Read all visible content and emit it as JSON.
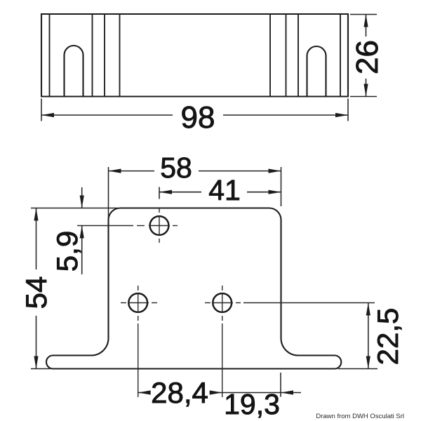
{
  "drawing": {
    "type": "technical-dimension-drawing",
    "views": {
      "top_view": {
        "description": "top profile view of bracket with two U-slots",
        "dimensions": {
          "overall_width": "98",
          "overall_depth": "26"
        }
      },
      "front_view": {
        "description": "front view of bracket plate with three holes and two feet",
        "dimensions": {
          "plate_width": "58",
          "top_hole_to_right_edge": "41",
          "top_hole_offset": "5,9",
          "overall_height": "54",
          "lower_holes_to_bottom": "22,5",
          "lower_hole_spacing": "28,4",
          "right_hole_to_edge": "19,3"
        }
      }
    },
    "footer": {
      "credit": "Drawn from DWH Osculati Srl"
    },
    "colors": {
      "background": "#ffffff",
      "line": "#1c1c1c",
      "text": "#141414"
    }
  }
}
